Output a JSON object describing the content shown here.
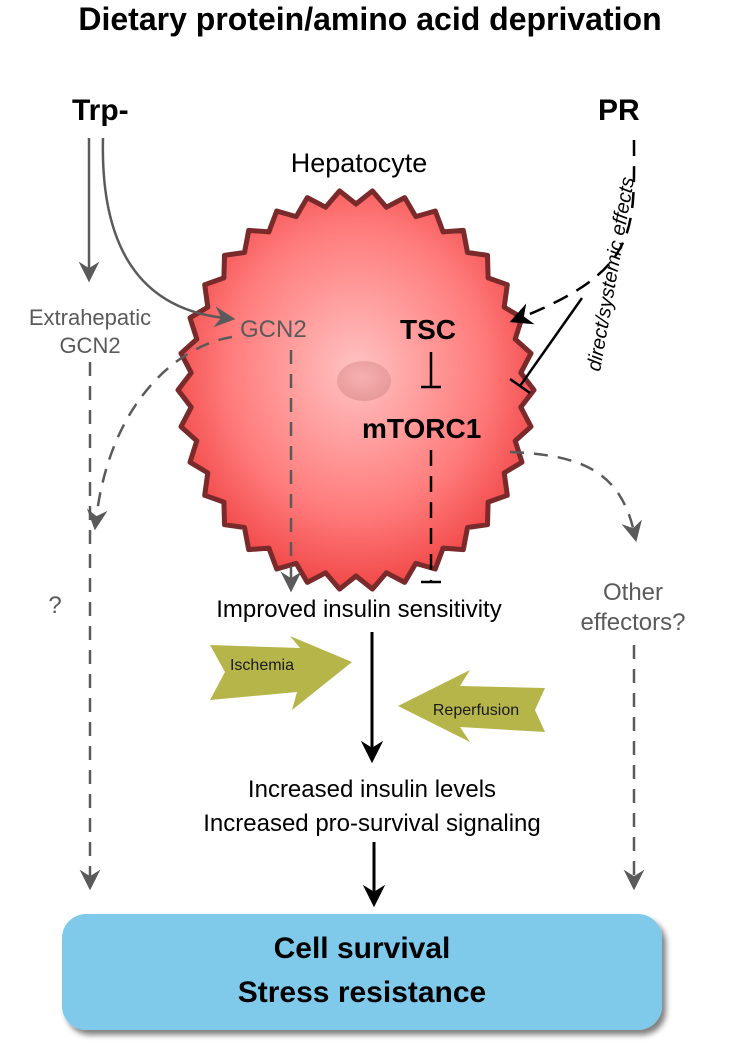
{
  "title": "Dietary protein/amino acid deprivation",
  "inputs": {
    "trp": "Trp-",
    "pr": "PR"
  },
  "side_label": "direct/systemic effects",
  "cell": {
    "label": "Hepatocyte",
    "gcn2": "GCN2",
    "tsc": "TSC",
    "mtorc1": "mTORC1",
    "membrane_color": "#7a2a2a",
    "fill_center": "#ffb8b8",
    "fill_edge": "#f04848"
  },
  "extrahepatic": [
    "Extrahepatic",
    "GCN2"
  ],
  "question": "?",
  "other_effectors": [
    "Other",
    "effectors?"
  ],
  "improved": "Improved insulin sensitivity",
  "ischemia": "Ischemia",
  "reperfusion": "Reperfusion",
  "increased": [
    "Increased insulin levels",
    "Increased pro-survival signaling"
  ],
  "outcome": [
    "Cell survival",
    "Stress resistance"
  ],
  "colors": {
    "outcome_box": "#7fcaea",
    "block_arrow": "#b5b54a",
    "grey_arrow": "#5a5a5a"
  }
}
